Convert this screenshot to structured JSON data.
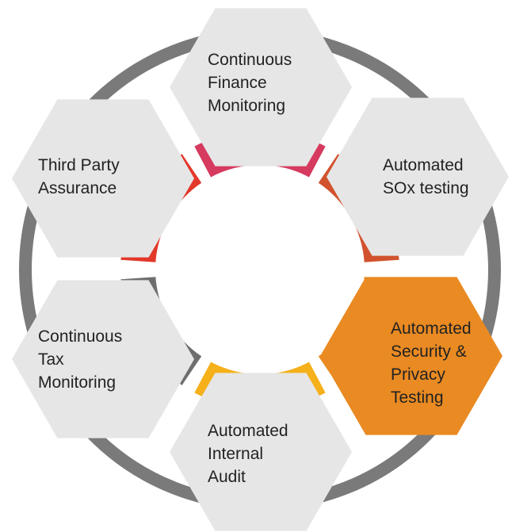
{
  "diagram": {
    "ring_color": "#7a7a7a",
    "hex_fill": "#e6e6e6",
    "hex_active_fill": "#e98a22",
    "hex_active_stroke": "#c96a10",
    "segments": [
      {
        "id": "top",
        "color": "#d63a5e"
      },
      {
        "id": "upper-right",
        "color": "#d2522e"
      },
      {
        "id": "lower-right",
        "color": "#e98a22"
      },
      {
        "id": "bottom",
        "color": "#f5b01a"
      },
      {
        "id": "lower-left",
        "color": "#6e6e6e"
      },
      {
        "id": "upper-left",
        "color": "#e2382a"
      }
    ],
    "nodes": [
      {
        "id": "continuous-finance-monitoring",
        "lines": [
          "Continuous",
          "Finance",
          "Monitoring"
        ],
        "active": false
      },
      {
        "id": "automated-sox-testing",
        "lines": [
          "Automated",
          "SOx testing"
        ],
        "active": false
      },
      {
        "id": "automated-security-privacy-testing",
        "lines": [
          "Automated",
          "Security &",
          "Privacy",
          "Testing"
        ],
        "active": true
      },
      {
        "id": "automated-internal-audit",
        "lines": [
          "Automated",
          "Internal",
          "Audit"
        ],
        "active": false
      },
      {
        "id": "continuous-tax-monitoring",
        "lines": [
          "Continuous",
          "Tax",
          "Monitoring"
        ],
        "active": false
      },
      {
        "id": "third-party-assurance",
        "lines": [
          "Third Party",
          "Assurance"
        ],
        "active": false
      }
    ]
  }
}
